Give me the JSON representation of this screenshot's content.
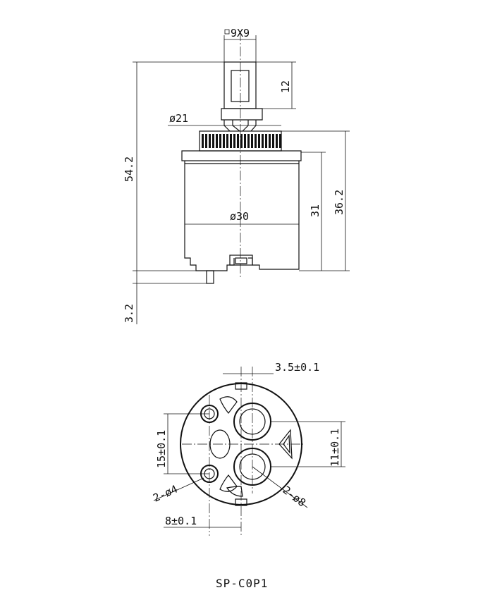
{
  "side_view": {
    "stem_size": "9X9",
    "stem_height": "12",
    "spline_diameter": "ø21",
    "body_diameter": "ø30",
    "total_height": "54.2",
    "body_height": "31",
    "height_with_spline": "36.2",
    "pin_height": "3.2"
  },
  "bottom_view": {
    "offset_top": "3.5±0.1",
    "pin_spacing": "15±0.1",
    "port_spacing": "11±0.1",
    "pin_holes": "2-ø4",
    "port_holes": "2-ø8",
    "pin_offset": "8±0.1"
  },
  "model": "SP-C0P1"
}
